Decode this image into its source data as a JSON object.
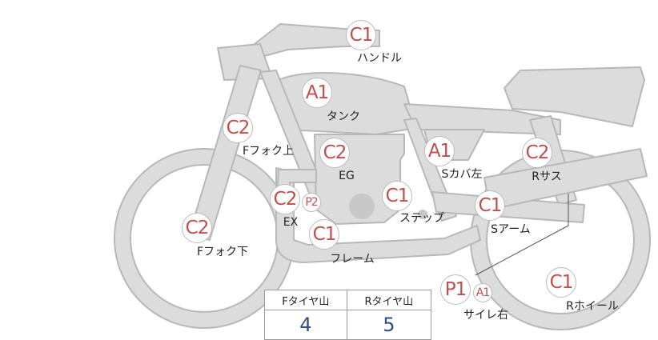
{
  "parts": {
    "handle": {
      "grade": "C1",
      "label": "ハンドル"
    },
    "tank": {
      "grade": "A1",
      "label": "タンク"
    },
    "fork_upper": {
      "grade": "C2",
      "label": "Fフォク上"
    },
    "engine": {
      "grade": "C2",
      "label": "EG"
    },
    "side_cover_l": {
      "grade": "A1",
      "label": "Sカバ左"
    },
    "rear_sus": {
      "grade": "C2",
      "label": "Rサス"
    },
    "exhaust": {
      "grade": "C2",
      "sub_grade": "P2",
      "label": "EX"
    },
    "step": {
      "grade": "C1",
      "label": "ステップ"
    },
    "swing_arm": {
      "grade": "C1",
      "label": "Sアーム"
    },
    "fork_lower": {
      "grade": "C2",
      "label": "Fフォク下"
    },
    "frame": {
      "grade": "C1",
      "label": "フレーム"
    },
    "muffler_r": {
      "grade": "P1",
      "sub_grade": "A1",
      "label": "サイレ右"
    },
    "rear_wheel": {
      "grade": "C1",
      "label": "Rホイール"
    }
  },
  "tread": {
    "front_header": "Fタイヤ山",
    "rear_header": "Rタイヤ山",
    "front_value": "4",
    "rear_value": "5"
  },
  "colors": {
    "bike_fill": "#dcdcdc",
    "bike_stroke": "#b8b8b8",
    "grade_text": "#c0504d",
    "tread_value": "#2f4f8a"
  }
}
